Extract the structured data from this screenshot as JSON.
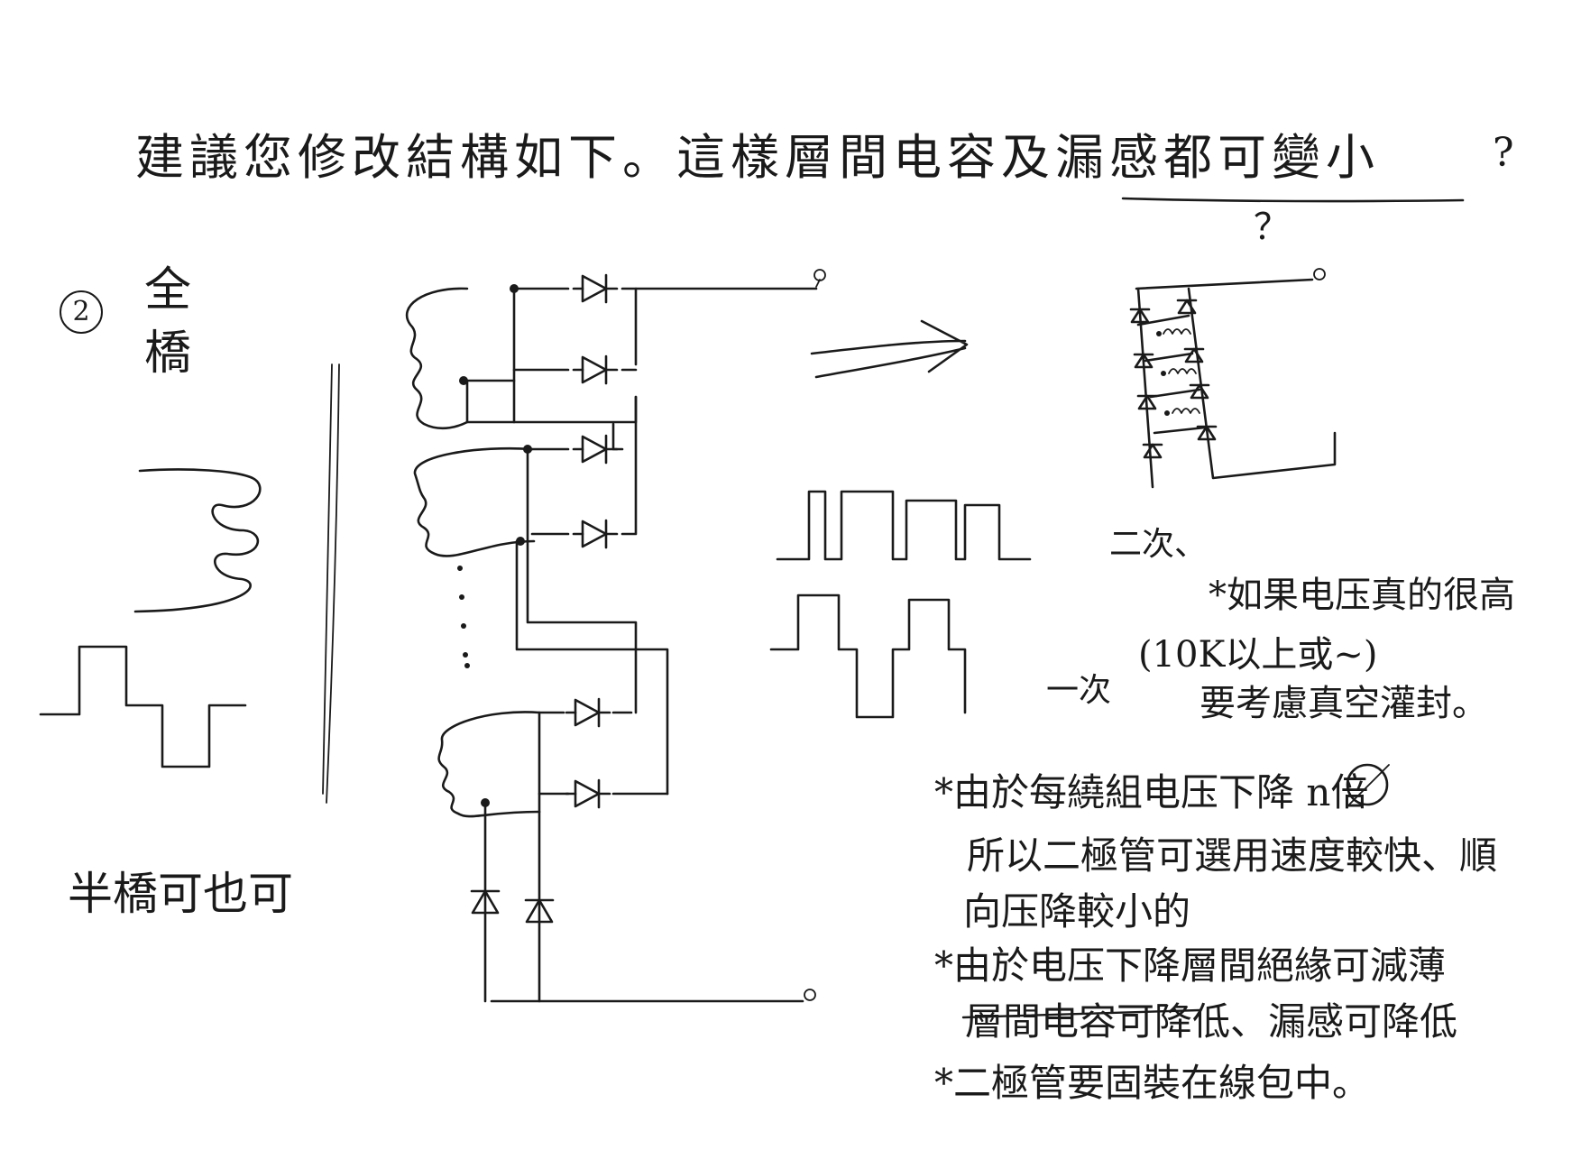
{
  "title": "建議您修改結構如下。這樣層間电容及漏感都可變小",
  "title_question": "？",
  "title_tail_question": "?",
  "left": {
    "circle_label": "2",
    "full_bridge": [
      "全",
      "橋"
    ],
    "half_bridge": "半橋可也可"
  },
  "waveforms": {
    "secondary_label": "二次、",
    "primary_label": "一次"
  },
  "notes": {
    "n1": "*如果电压真的很高",
    "n2": "(10K以上或~)",
    "n3": "要考慮真空灌封。"
  },
  "bullets": {
    "b1": "*由於每繞組电压下降 n倍",
    "b2": "所以二極管可選用速度較快、順",
    "b3": "向压降較小的",
    "b4": "*由於电压下降層間絕緣可減薄",
    "b5": "層間电容可降低、漏感可降低",
    "b6": "*二極管要固裝在線包中。"
  }
}
